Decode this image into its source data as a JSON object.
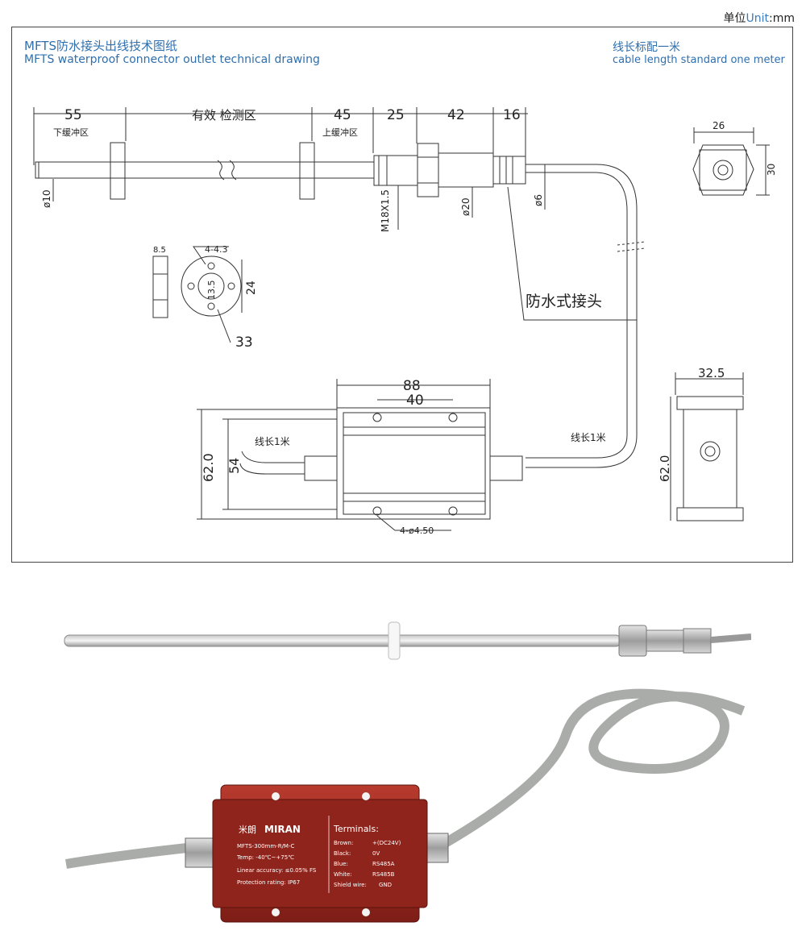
{
  "unit": {
    "cn": "单位",
    "en": "Unit",
    "sep": ":",
    "value": "mm"
  },
  "title": {
    "cn": "MFTS防水接头出线技术图纸",
    "en": "MFTS waterproof connector outlet technical drawing"
  },
  "note": {
    "cn": "线长标配一米",
    "en": "cable length standard one meter"
  },
  "drawing": {
    "dim_55": "55",
    "effective_zone": "有效 检测区",
    "dim_45": "45",
    "dim_25": "25",
    "dim_42": "42",
    "dim_16": "16",
    "lower_buffer": "下缓冲区",
    "upper_buffer": "上缓冲区",
    "dia_10": "ø10",
    "thread": "M18X1.5",
    "dia_20": "ø20",
    "dia_6": "ø6",
    "waterproof_connector": "防水式接头",
    "hex_width": "26",
    "hex_height": "30",
    "flange_thick": "8.5",
    "flange_holes": "4-4.3",
    "flange_inner": "13.5",
    "flange_pcd": "24",
    "flange_od": "33",
    "box_length": "88",
    "box_hole_spacing": "40",
    "box_height_outer": "62.0",
    "box_height_inner": "54",
    "cable_1m_left": "线长1米",
    "cable_1m_right": "线长1米",
    "box_holes": "4-ø4.50",
    "side_width": "32.5",
    "side_height": "62.0"
  },
  "photo": {
    "brand_cn": "米朗",
    "brand_en": "MIRAN",
    "model": "MFTS-300mm-R/M-C",
    "temp": "Temp: -40℃~+75℃",
    "accuracy": "Linear accuracy: ≤0.05% FS",
    "protection": "Protection rating: IP67",
    "terminals_title": "Terminals:",
    "terminals": [
      {
        "wire": "Brown:",
        "signal": "+(DC24V)"
      },
      {
        "wire": "Black:",
        "signal": "0V"
      },
      {
        "wire": "Blue:",
        "signal": "RS485A"
      },
      {
        "wire": "White:",
        "signal": "RS485B"
      },
      {
        "wire": "Shield wire:",
        "signal": "GND"
      }
    ]
  }
}
